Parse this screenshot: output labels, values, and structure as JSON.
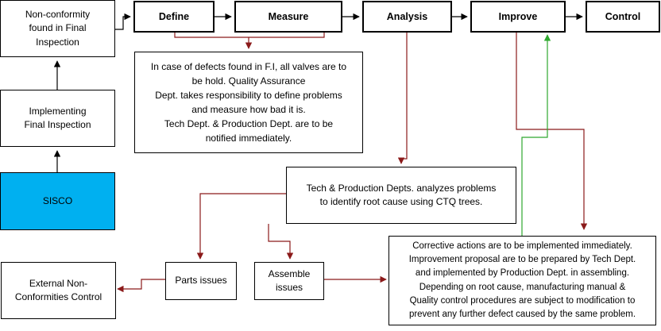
{
  "diagram": {
    "left_column": {
      "nonconformity": "Non-conformity\nfound  in Final\nInspection",
      "implementing": "Implementing\nFinal Inspection",
      "sisco": "SISCO"
    },
    "dmaic": {
      "define": "Define",
      "measure": "Measure",
      "analysis": "Analysis",
      "improve": "Improve",
      "control": "Control"
    },
    "measure_note": "In case of defects found in F.I, all valves  are to\nbe hold.  Quality Assurance\nDept. takes responsibility to define problems\nand measure how bad it is.\nTech Dept. & Production Dept. are to be\nnotified immediately.",
    "analysis_note": "Tech & Production Depts. analyzes problems\nto identify root cause using CTQ trees.",
    "parts_issues": "Parts issues",
    "assemble_issues": "Assemble\nissues",
    "external": "External Non-\nConformities Control",
    "corrective_note": "Corrective  actions are to be implemented immediately.\nImprovement  proposal are to be prepared  by Tech Dept.\nand implemented by Production Dept. in assembling.\nDepending  on root cause, manufacturing manual &\nQuality control procedures  are subject to modification to\nprevent  any further defect caused by the same problem.",
    "colors": {
      "red_arrow": "#8b1a1a",
      "green_arrow": "#2ea82e",
      "sisco_fill": "#00b0f0"
    }
  }
}
